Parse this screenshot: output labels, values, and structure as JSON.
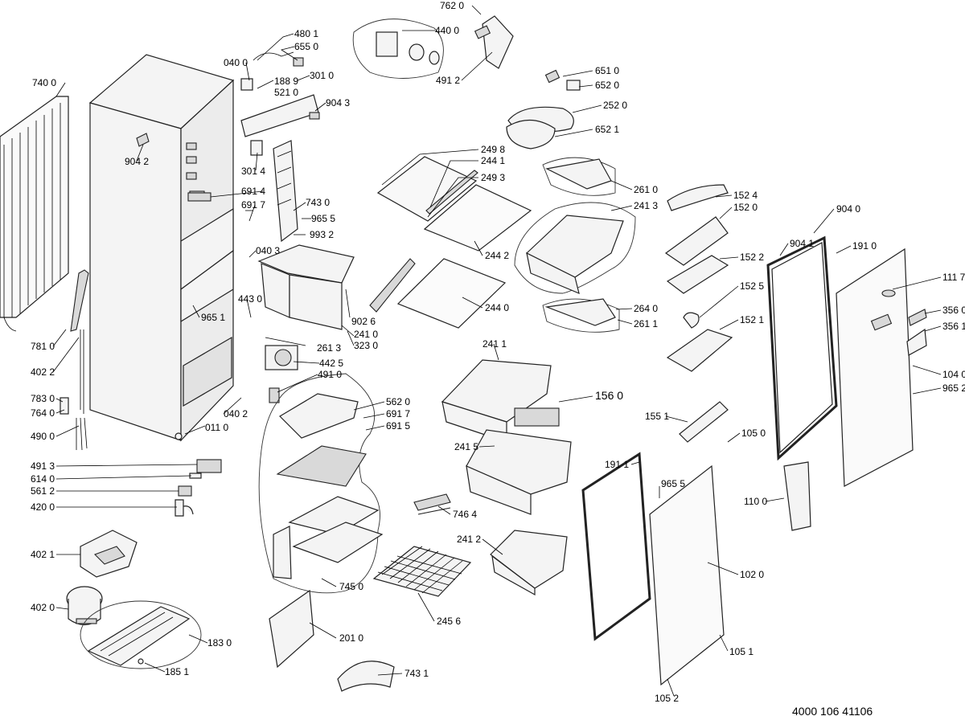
{
  "document_code": "4000 106 41106",
  "callouts": {
    "c7620": "762 0",
    "c4801": "480 1",
    "c6550": "655 0",
    "c4400": "440 0",
    "c4912": "491 2",
    "c0400": "040 0",
    "c1889": "188 9",
    "c3010": "301 0",
    "c5210": "521 0",
    "c9043": "904 3",
    "c7400": "740 0",
    "c9042": "904 2",
    "c3014": "301 4",
    "c6914": "691 4",
    "c6917a": "691 7",
    "c7430": "743 0",
    "c9655a": "965 5",
    "c9932": "993 2",
    "c0403": "040 3",
    "c4430": "443 0",
    "c9651": "965 1",
    "c9026": "902 6",
    "c2410": "241 0",
    "c3230": "323 0",
    "c2613": "261 3",
    "c4425": "442 5",
    "c4910": "491 0",
    "c7810": "781 0",
    "c4022": "402 2",
    "c7830": "783 0",
    "c7640": "764 0",
    "c4900": "490 0",
    "c0402": "040 2",
    "c0110": "011 0",
    "c5620": "562 0",
    "c6917b": "691 7",
    "c6915": "691 5",
    "c4913": "491 3",
    "c6140": "614 0",
    "c5612": "561 2",
    "c4200": "420 0",
    "c4021": "402 1",
    "c4020": "402 0",
    "c1830": "183 0",
    "c1851": "185 1",
    "c7450": "745  0",
    "c2010": "201 0",
    "c7431": "743 1",
    "c7464": "746 4",
    "c2456": "245 6",
    "c2498": "249 8",
    "c2441": "244 1",
    "c2493": "249 3",
    "c2442": "244 2",
    "c2440": "244 0",
    "c2411": "241 1",
    "c1560": "156 0",
    "c2415": "241 5",
    "c2412": "241 2",
    "c6510": "651 0",
    "c6520": "652 0",
    "c2520": "252 0",
    "c6521": "652 1",
    "c2610": "261 0",
    "c2413": "241 3",
    "c2640": "264 0",
    "c2611": "261 1",
    "c1524": "152 4",
    "c1520": "152 0",
    "c1522": "152 2",
    "c1525": "152 5",
    "c1521": "152 1",
    "c1551": "155 1",
    "c9040": "904 0",
    "c9041": "904 1",
    "c1910": "191 0",
    "c1117": "111 7",
    "c3560": "356 0",
    "c3561": "356 1",
    "c1040": "104 0",
    "c9652": "965 2",
    "c1050": "105 0",
    "c1911": "191 1",
    "c9655b": "965 5",
    "c1100": "110 0",
    "c1020": "102 0",
    "c1051": "105 1",
    "c1052": "105 2"
  }
}
